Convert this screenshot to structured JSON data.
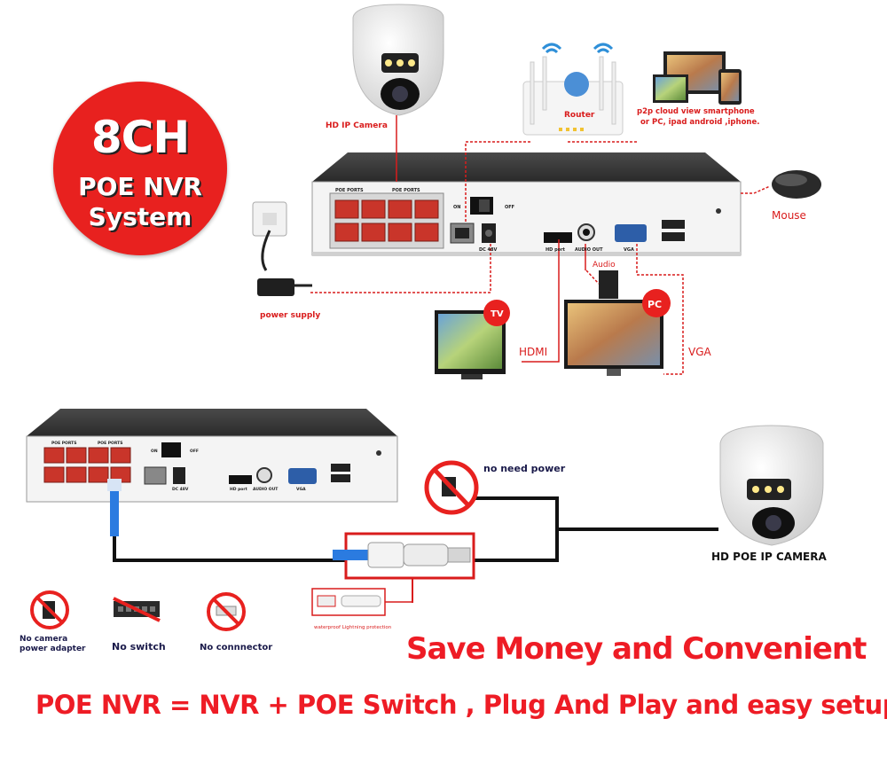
{
  "badge": {
    "line1": "8CH",
    "line2": "POE NVR",
    "line3": "System"
  },
  "labels": {
    "hd_ip_camera": "HD IP Camera",
    "router": "Router",
    "p2p_line1": "p2p cloud  view smartphone",
    "p2p_line2": "or PC, ipad android ,iphone.",
    "mouse": "Mouse",
    "power_supply": "power supply",
    "audio": "Audio",
    "tv": "TV",
    "pc": "PC",
    "hdmi": "HDMI",
    "vga": "VGA",
    "no_need_power": "no need power",
    "hd_poe_ip_camera": "HD POE IP CAMERA",
    "waterproof": "waterproof Lightning protection",
    "no_camera_adapter_1": "No camera",
    "no_camera_adapter_2": "power adapter",
    "no_switch": "No switch",
    "no_connector": "No connnector"
  },
  "nvr_panel": {
    "poe_ports": "POE PORTS",
    "on": "ON",
    "off": "OFF",
    "hd_port": "HD port",
    "audio_out": "AUDIO OUT",
    "vga": "VGA",
    "dc": "DC 48V"
  },
  "headline": "Save Money and Convenient",
  "footer": "POE NVR = NVR + POE Switch , Plug And Play and easy setup.",
  "colors": {
    "accent_red": "#e8211f",
    "text_red": "#ee1c25",
    "dotted_red": "#e03030",
    "nvr_body": "#3a3a3a"
  }
}
